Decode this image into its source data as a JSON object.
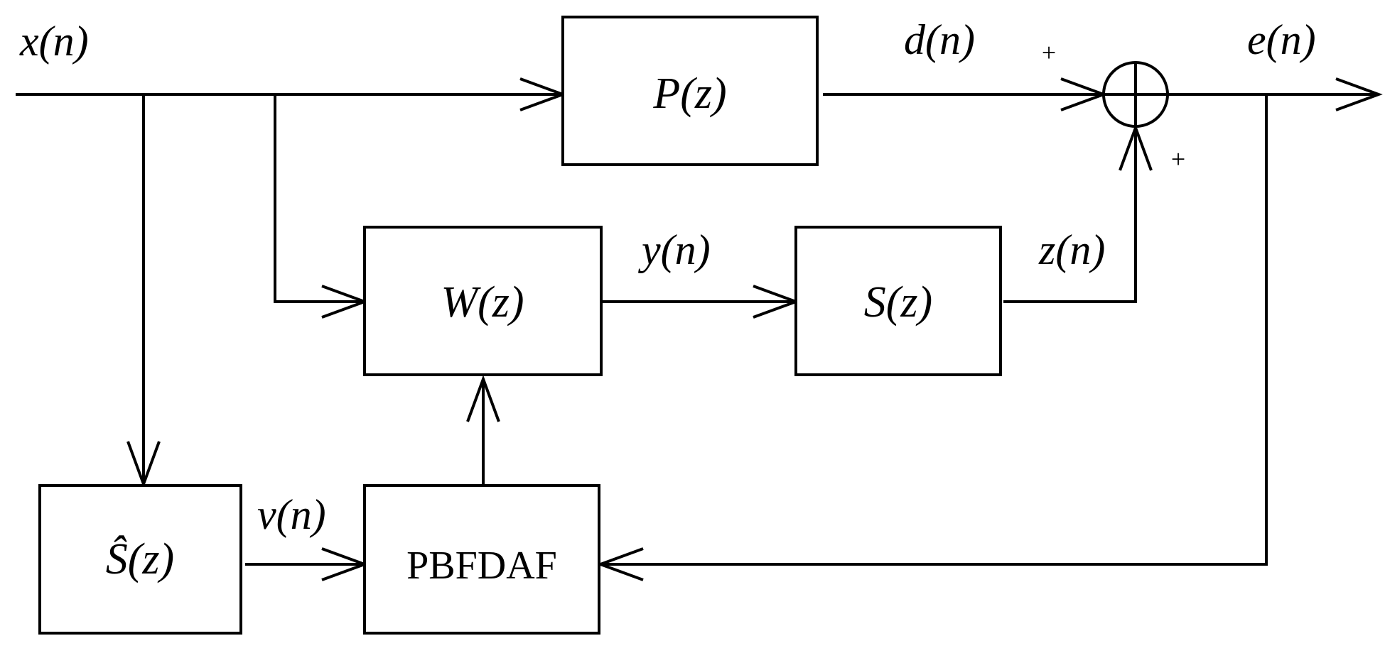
{
  "signals": {
    "input": "x(n)",
    "desired": "d(n)",
    "error": "e(n)",
    "filter_out": "y(n)",
    "secondary_out": "z(n)",
    "filtered_ref": "v(n)"
  },
  "blocks": {
    "primary_path": "P(z)",
    "adaptive_filter": "W(z)",
    "secondary_path": "S(z)",
    "secondary_estimate": "Ŝ(z)",
    "algorithm": "PBFDAF"
  },
  "summing_junction": {
    "sign_top": "+",
    "sign_bottom": "+"
  }
}
